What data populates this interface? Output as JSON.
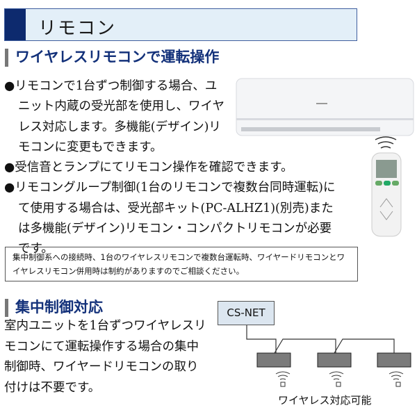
{
  "header": {
    "title": "リモコン"
  },
  "section1": {
    "title": "ワイヤレスリモコンで運転操作",
    "bullets": [
      "●リモコンで1台ずつ制御する場合、ユニット内蔵の受光部を使用し、ワイヤレス対応します。多機能(デザイン)リモコンに変更もできます。",
      "●受信音とランプにてリモコン操作を確認できます。",
      "●リモコングループ制御(1台のリモコンで複数台同時運転)にて使用する場合は、受光部キット(PC-ALHZ1)(別売)または多機能(デザイン)リモコン・コンパクトリモコンが必要です。"
    ],
    "note": "集中制御系への接続時、1台のワイヤレスリモコンで複数台運転時、ワイヤードリモコンとワイヤレスリモコン併用時は制約がありますのでご相談ください。"
  },
  "section2": {
    "title": "集中制御対応",
    "body": "室内ユニットを1台ずつワイヤレスリモコンにて運転操作する場合の集中制御時、ワイヤードリモコンの取り付けは不要です。",
    "diagram": {
      "controller": "CS-NET",
      "caption": "ワイヤレス対応可能"
    }
  },
  "colors": {
    "accent": "#0d2a6e",
    "header_bg": "#e3eff8",
    "title": "#13317a"
  }
}
